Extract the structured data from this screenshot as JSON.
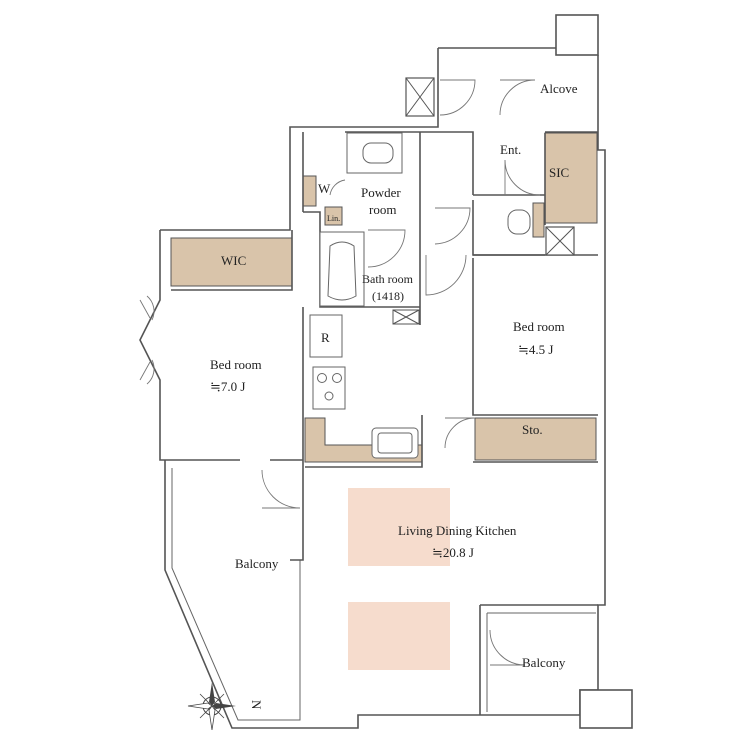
{
  "colors": {
    "wall": "#555555",
    "storage_fill": "#d9c4aa",
    "accent_fill": "#f6dccd",
    "background": "#ffffff"
  },
  "rooms": {
    "alcove": "Alcove",
    "entrance": "Ent.",
    "sic": "SIC",
    "w": "W",
    "lin": "Lin.",
    "powder_line1": "Powder",
    "powder_line2": "room",
    "wic": "WIC",
    "bath_line1": "Bath room",
    "bath_line2": "(1418)",
    "bed_right_line1": "Bed room",
    "bed_right_line2": "≒4.5 J",
    "bed_left_line1": "Bed room",
    "bed_left_line2": "≒7.0 J",
    "fridge": "R",
    "storage": "Sto.",
    "ldk_line1": "Living Dining Kitchen",
    "ldk_line2": "≒20.8 J",
    "balcony_left": "Balcony",
    "balcony_right": "Balcony"
  },
  "compass": {
    "north_label": "N",
    "icon": "compass-rose-icon"
  }
}
